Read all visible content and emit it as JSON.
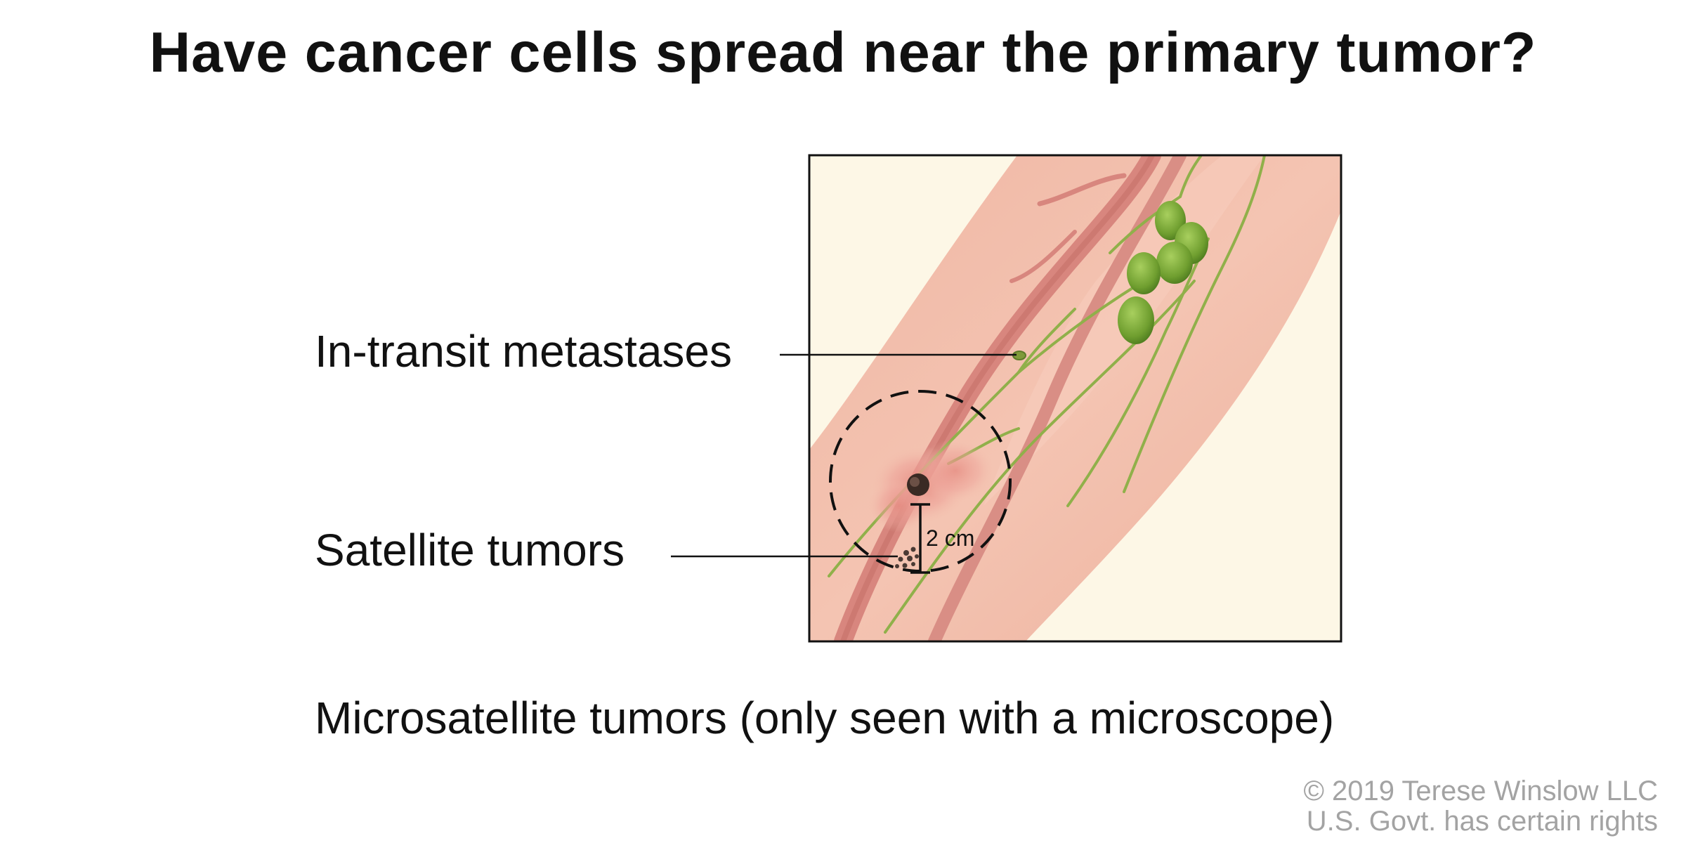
{
  "title": "Have cancer cells spread near the primary tumor?",
  "labels": {
    "in_transit": "In-transit metastases",
    "satellite": "Satellite tumors",
    "microsatellite": "Microsatellite tumors (only seen with a microscope)",
    "distance": "2 cm"
  },
  "credit": {
    "line1": "© 2019 Terese Winslow LLC",
    "line2": "U.S. Govt. has certain rights"
  },
  "colors": {
    "background": "#fdf7e6",
    "skin": "#f3c1ae",
    "vessel": "#d8867e",
    "lymph": "#90b04a",
    "node": "#6f9e2f",
    "tumor": "#3a2a24"
  }
}
